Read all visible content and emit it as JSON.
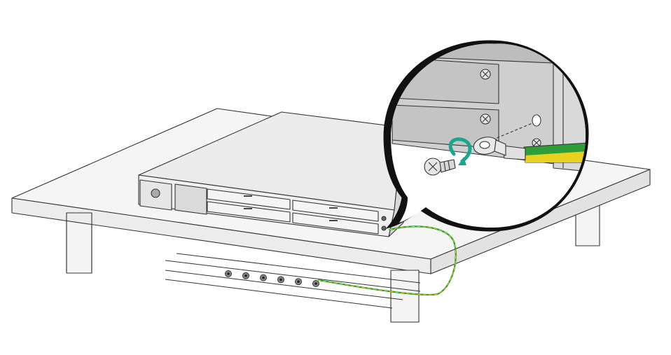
{
  "diagram": {
    "kind": "installation-illustration",
    "components": [
      {
        "id": "table",
        "icon": "table-icon"
      },
      {
        "id": "device-chassis",
        "icon": "rack-chassis-icon"
      },
      {
        "id": "grounding-cable",
        "icon": "ground-cable-icon"
      },
      {
        "id": "grounding-strip",
        "icon": "ground-bar-icon"
      },
      {
        "id": "ring-terminal",
        "icon": "ring-terminal-icon"
      },
      {
        "id": "grounding-screw",
        "icon": "screw-icon"
      },
      {
        "id": "rotate-arrow",
        "icon": "clockwise-arrow-icon"
      }
    ],
    "colors": {
      "outline": "#333333",
      "chassis_fill": "#eeeeee",
      "table_fill": "#f2f2f2",
      "zoom_fill": "#cfcfcf",
      "cable_green": "#2e9e3a",
      "cable_yellow": "#e8d21c",
      "arrow_teal": "#1aa58f"
    },
    "ground_bar_screw_count": 6,
    "front_slot_count": 4
  }
}
